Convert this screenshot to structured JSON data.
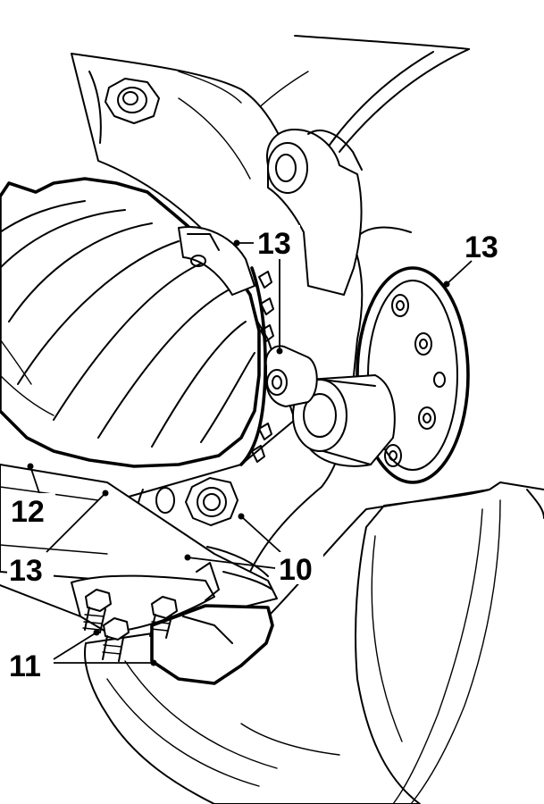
{
  "callouts": [
    {
      "id": "label-13-top",
      "text": "13"
    },
    {
      "id": "label-13-right",
      "text": "13"
    },
    {
      "id": "label-12",
      "text": "12"
    },
    {
      "id": "label-13-left",
      "text": "13"
    },
    {
      "id": "label-10",
      "text": "10"
    },
    {
      "id": "label-11",
      "text": "11"
    }
  ]
}
